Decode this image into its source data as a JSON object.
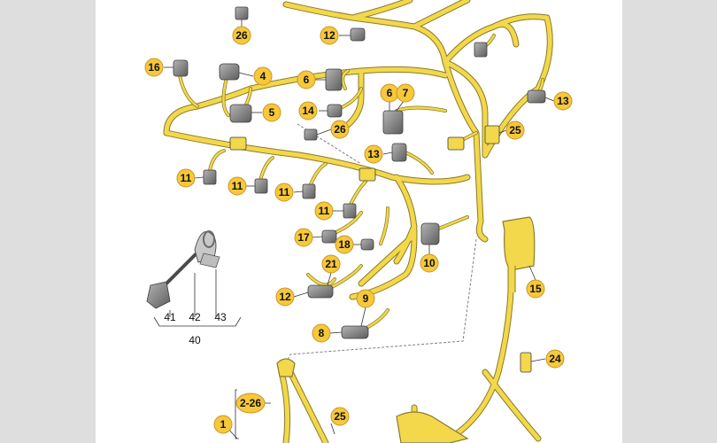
{
  "callouts": {
    "c26_top": "26",
    "c12_top": "12",
    "c16": "16",
    "c4": "4",
    "c6_left": "6",
    "c5": "5",
    "c14": "14",
    "c6_mid": "6",
    "c7": "7",
    "c13_right": "13",
    "c26_mid": "26",
    "c25_mid": "25",
    "c13_mid": "13",
    "c11_a": "11",
    "c11_b": "11",
    "c11_c": "11",
    "c11_d": "11",
    "c17": "17",
    "c18": "18",
    "c10": "10",
    "c21": "21",
    "c12_lower": "12",
    "c9": "9",
    "c8": "8",
    "c15": "15",
    "c24": "24",
    "c2_26": "2-26",
    "c1": "1",
    "c25_bottom": "25"
  },
  "sublabels": {
    "c41": "41",
    "c42": "42",
    "c43": "43",
    "c40": "40"
  },
  "colors": {
    "callout_fill": "#f6c83a",
    "callout_stroke": "#c9952a",
    "wire": "#f2d84a",
    "wire_outline": "#8a7a2a",
    "connector_fill": "#8f8f8f",
    "connector_dark": "#5c5c5c",
    "background": "#ffffff",
    "margin": "#dedede"
  }
}
